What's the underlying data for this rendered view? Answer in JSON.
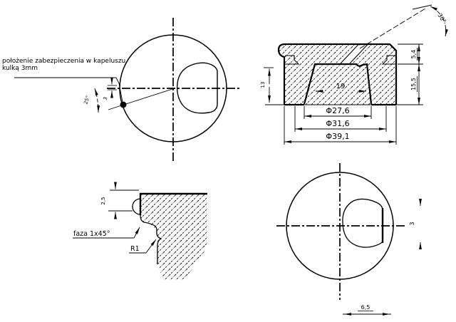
{
  "background": "#ffffff",
  "line_color": "#000000",
  "note": {
    "line1": "położenie zabezpieczenia w kapeluszu",
    "line2": "kulką 3mm"
  },
  "top_view": {
    "angle_label": "25°",
    "ball_diameter": "3"
  },
  "section_view": {
    "slot_width": "19",
    "dia_inner": "Φ27,6",
    "dia_groove": "Φ31,6",
    "dia_outer": "Φ39,1",
    "height_upper": "5,4",
    "height_lower": "15,5",
    "height_left": "13",
    "hole_angle": "30°"
  },
  "detail_view": {
    "chamfer_label": "faza 1x45°",
    "radius_label": "R1",
    "seat_height": "2,5"
  },
  "bottom_view": {
    "offset": "6,5",
    "depth": "3"
  }
}
